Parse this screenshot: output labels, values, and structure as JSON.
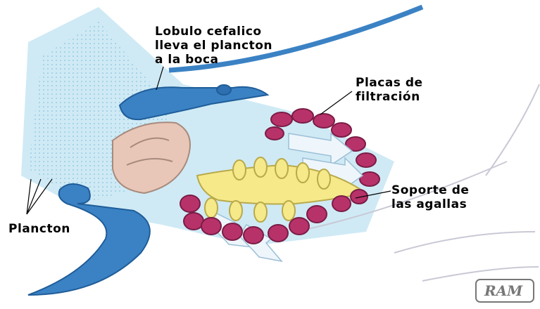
{
  "labels": {
    "lobulo_line1": "Lobulo cefalico",
    "lobulo_line2": "lleva el plancton",
    "lobulo_line3": "a la boca",
    "placas_line1": "Placas de",
    "placas_line2": "filtración",
    "soporte_line1": "Soporte de",
    "soporte_line2": "las agallas",
    "plancton": "Plancton",
    "signature": "RAM"
  },
  "colors": {
    "body_blue": "#3b82c4",
    "water": "#bfe3f2",
    "gill_red": "#b8326a",
    "support_yellow": "#f5e98a",
    "mouth_pink": "#e9c7b8"
  }
}
